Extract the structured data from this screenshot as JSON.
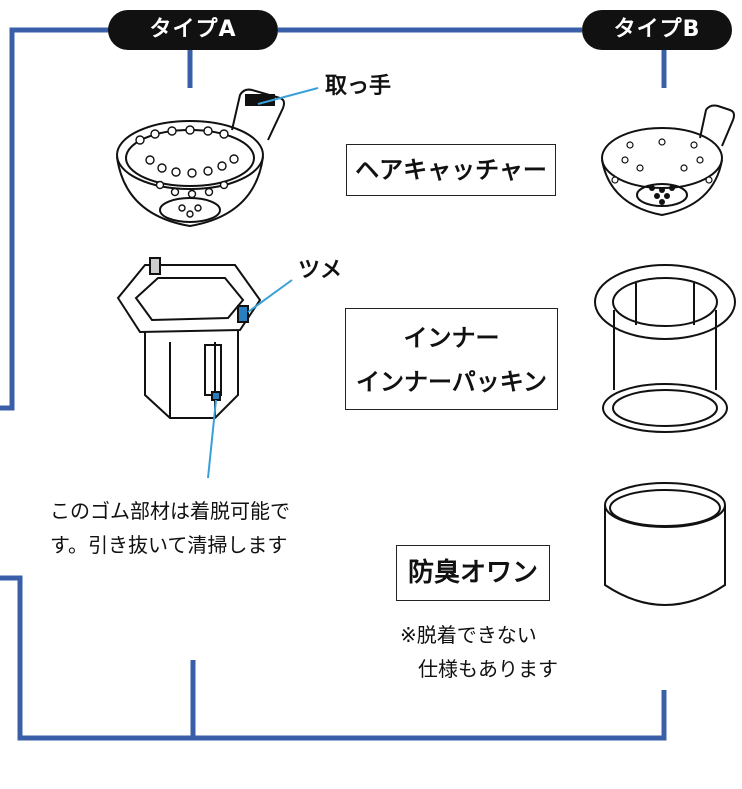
{
  "types": {
    "a_label": "タイプA",
    "b_label": "タイプB"
  },
  "parts": {
    "hair_catcher": "ヘアキャッチャー",
    "inner_line1": "インナー",
    "inner_line2": "インナーパッキン",
    "odor_trap": "防臭オワン"
  },
  "callouts": {
    "handle": "取っ手",
    "claw": "ツメ"
  },
  "notes": {
    "rubber_line1": "このゴム部材は着脱可能で",
    "rubber_line2": "す。引き抜いて清掃します",
    "trap_line1": "※脱着できない",
    "trap_line2": "仕様もあります"
  },
  "colors": {
    "frame_line": "#3a5fa8",
    "pill_bg": "#111111",
    "callout_line": "#3aa0d8"
  }
}
